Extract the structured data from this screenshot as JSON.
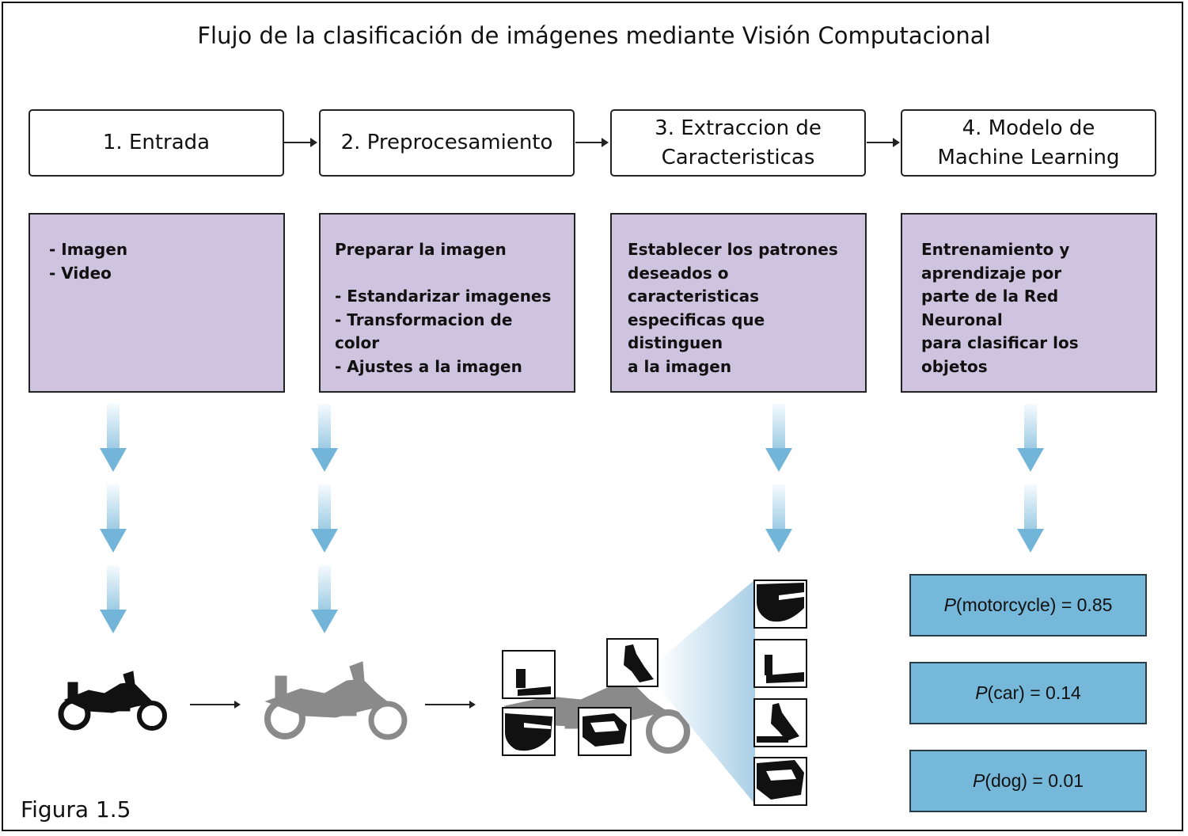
{
  "title": "Flujo de la clasificación de imágenes mediante Visión Computacional",
  "steps": [
    {
      "label": "1. Entrada"
    },
    {
      "label": "2. Preprocesamiento"
    },
    {
      "label": "3. Extraccion de\nCaracteristicas"
    },
    {
      "label": "4. Modelo de\nMachine Learning"
    }
  ],
  "descriptions": [
    {
      "text": "- Imagen\n- Video"
    },
    {
      "text": "Preparar la imagen\n\n- Estandarizar imagenes\n- Transformacion de color\n- Ajustes a la imagen"
    },
    {
      "text": "Establecer los patrones\ndeseados o caracteristicas\nespecificas que distinguen\na la imagen"
    },
    {
      "text": "Entrenamiento y\naprendizaje por\nparte de la Red Neuronal\npara clasificar los objetos"
    }
  ],
  "predictions": [
    {
      "prefix": "P",
      "rest": "(motorcycle) = 0.85",
      "value": 0.85
    },
    {
      "prefix": "P",
      "rest": "(car) = 0.14",
      "value": 0.14
    },
    {
      "prefix": "P",
      "rest": "(dog) = 0.01",
      "value": 0.01
    }
  ],
  "figure_label": "Figura 1.5",
  "colors": {
    "description_fill": "#cec4e0",
    "prediction_fill": "#76b8da",
    "arrow_blue": "#72b5d9"
  }
}
